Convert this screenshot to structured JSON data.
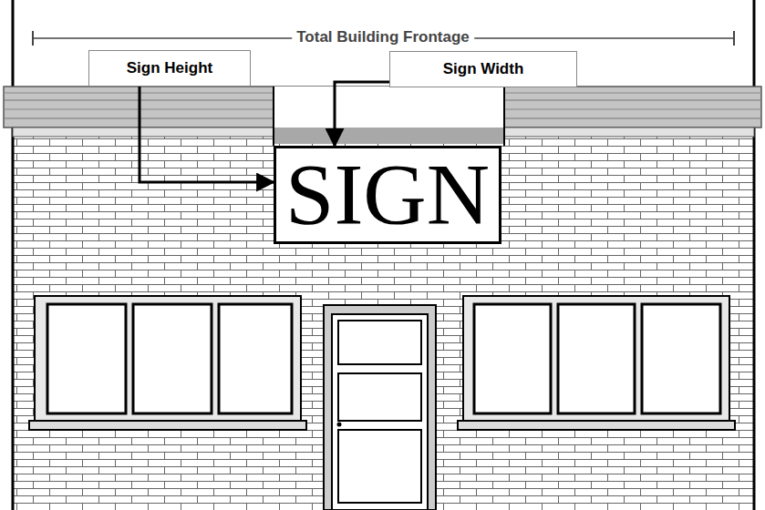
{
  "diagram": {
    "nodes": [
      {
        "text": [
          "Sign Height"
        ]
      },
      {
        "text": [
          "Sign Width"
        ]
      },
      {
        "text": [
          "SIGN"
        ]
      }
    ],
    "edges": [
      {
        "from": 0,
        "to": 2,
        "arrow": "to"
      },
      {
        "from": 1,
        "to": 2,
        "arrow": "to"
      }
    ],
    "labels": [
      "Total Building Frontage"
    ]
  }
}
